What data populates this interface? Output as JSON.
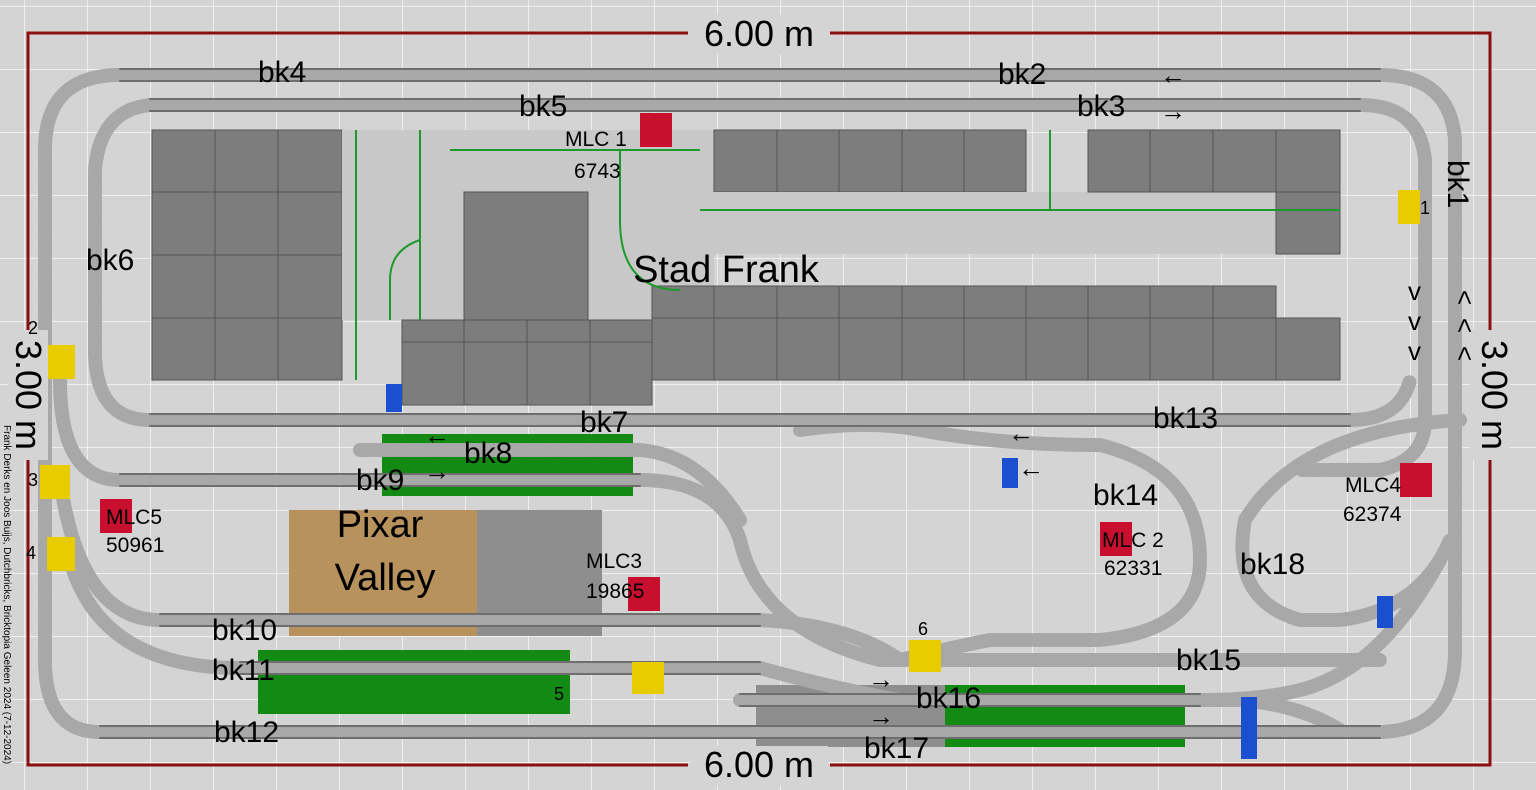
{
  "dimensions": {
    "width": "6.00 m",
    "height": "3.00 m"
  },
  "credit": "Frank Derks en Joos Buijs, Dutchbricks, Bricktopia Geleen 2024 (7-12-2024)",
  "city_label": "Stad Frank",
  "valley_label": [
    "Pixar",
    "Valley"
  ],
  "blocks": [
    "bk1",
    "bk2",
    "bk3",
    "bk4",
    "bk5",
    "bk6",
    "bk7",
    "bk8",
    "bk9",
    "bk10",
    "bk11",
    "bk12",
    "bk13",
    "bk14",
    "bk15",
    "bk16",
    "bk17",
    "bk18"
  ],
  "controllers": [
    {
      "name": "MLC 1",
      "id": "6743"
    },
    {
      "name": "MLC 2",
      "id": "62331"
    },
    {
      "name": "MLC3",
      "id": "19865"
    },
    {
      "name": "MLC4",
      "id": "62374"
    },
    {
      "name": "MLC5",
      "id": "50961"
    }
  ],
  "switch_numbers": [
    "1",
    "2",
    "3",
    "4",
    "5",
    "6"
  ],
  "arrows": {
    "left": "←",
    "right": "→",
    "up_left": "<",
    "down_v": "v"
  },
  "colors": {
    "background": "#d4d4d4",
    "grid": "#ffffff",
    "border": "#8b0f0f",
    "track_rail": "#8a8a8a",
    "track_sleeper": "#b0b0b0",
    "building": "#7d7d7d",
    "road": "#c8c8c8",
    "platform_green": "#138a13",
    "valley": "#b8925c",
    "mlc_red": "#c8102e",
    "sensor_yellow": "#e8cc00",
    "sensor_blue": "#1a4fcf"
  }
}
